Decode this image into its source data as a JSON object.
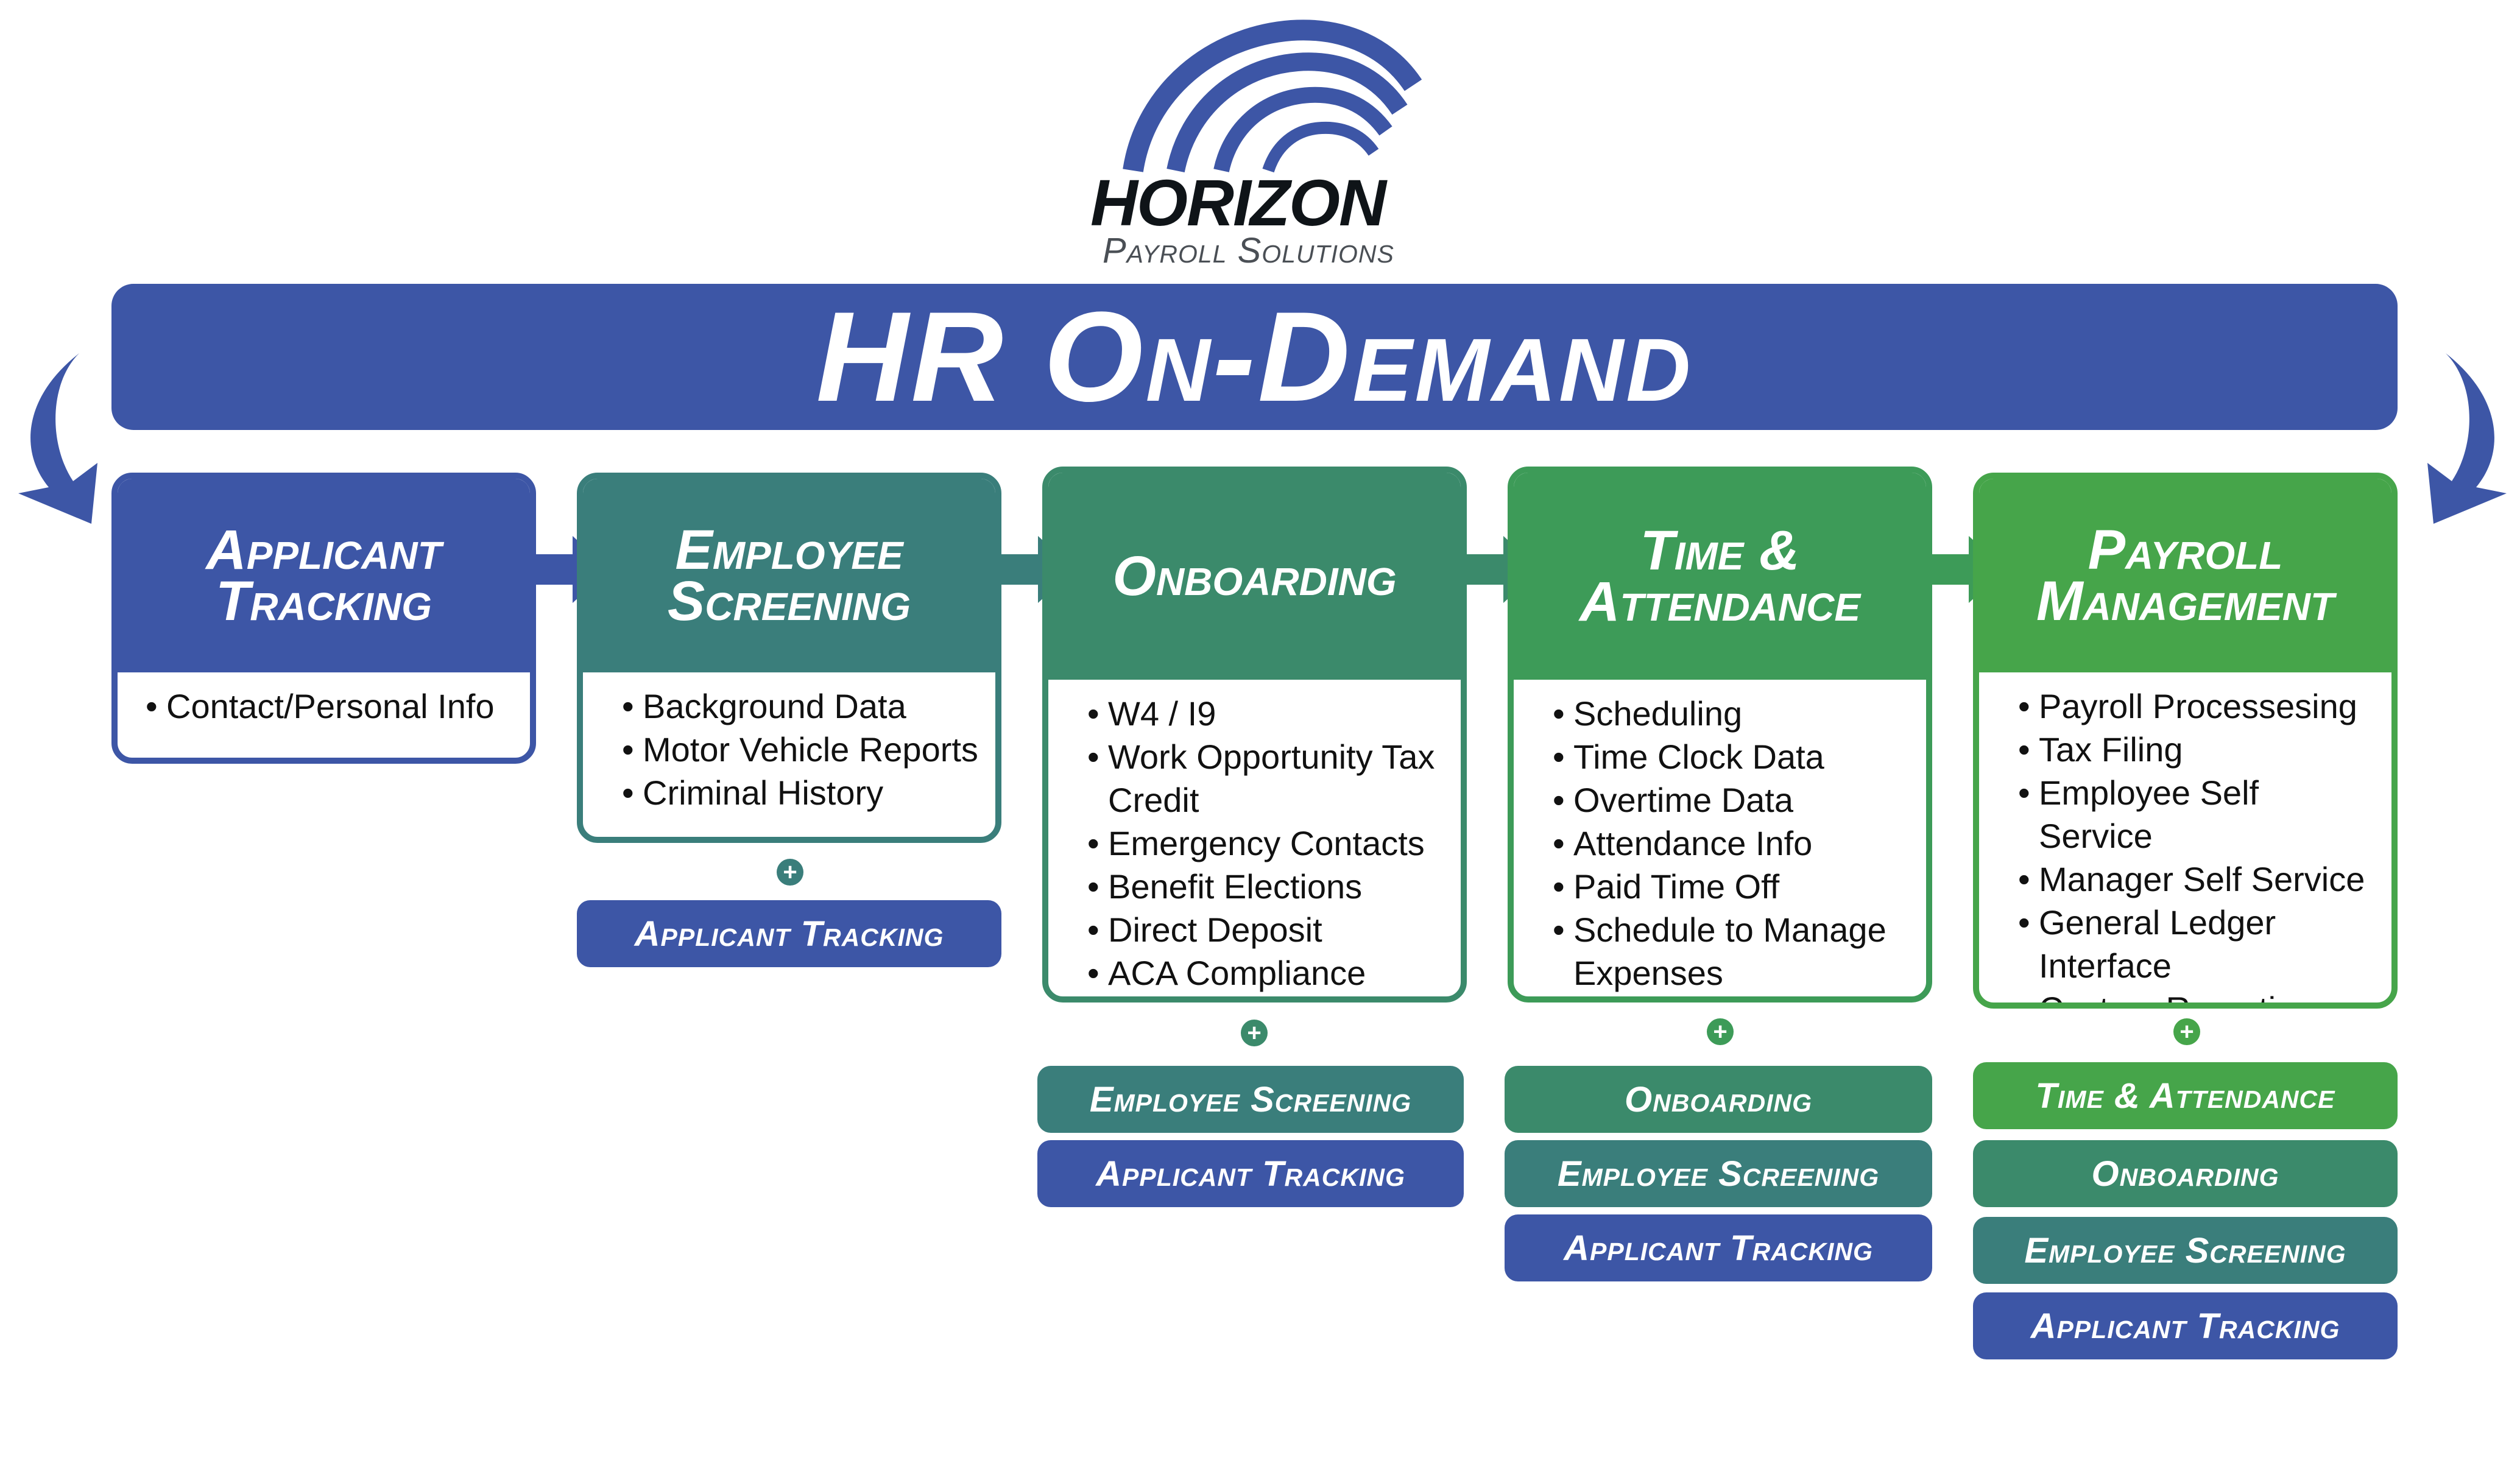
{
  "logo": {
    "name": "HORIZON",
    "subtitle": "Payroll Solutions",
    "arc_color": "#3d56a6"
  },
  "banner": {
    "title": "HR On-Demand",
    "color": "#3d56a6"
  },
  "colors": {
    "applicant_tracking": "#3d56a6",
    "employee_screening": "#3a7e7b",
    "onboarding": "#3b8a6b",
    "time_attendance": "#3d9b58",
    "payroll_management": "#46a54a"
  },
  "stages": [
    {
      "title_line1": "Applicant",
      "title_line2": "Tracking",
      "items": [
        "Contact/Personal Info"
      ],
      "includes": []
    },
    {
      "title_line1": "Employee",
      "title_line2": "Screening",
      "items": [
        "Background Data",
        "Motor Vehicle Reports",
        "Criminal History"
      ],
      "includes": [
        "Applicant Tracking"
      ]
    },
    {
      "title_line1": "Onboarding",
      "title_line2": "",
      "items": [
        "W4 / I9",
        "Work Opportunity Tax Credit",
        "Emergency Contacts",
        "Benefit Elections",
        "Direct Deposit",
        "ACA Compliance"
      ],
      "includes": [
        "Employee Screening",
        "Applicant Tracking"
      ]
    },
    {
      "title_line1": "Time &",
      "title_line2": "Attendance",
      "items": [
        "Scheduling",
        "Time Clock Data",
        "Overtime Data",
        "Attendance Info",
        "Paid Time Off",
        "Schedule to Manage Expenses"
      ],
      "includes": [
        "Onboarding",
        "Employee Screening",
        "Applicant Tracking"
      ]
    },
    {
      "title_line1": "Payroll",
      "title_line2": "Management",
      "items": [
        "Payroll Processesing",
        "Tax Filing",
        "Employee Self Service",
        "Manager Self Service",
        "General Ledger Interface",
        "Custom Reporting"
      ],
      "includes": [
        "Time & Attendance",
        "Onboarding",
        "Employee Screening",
        "Applicant Tracking"
      ]
    }
  ],
  "plus_symbol": "+"
}
